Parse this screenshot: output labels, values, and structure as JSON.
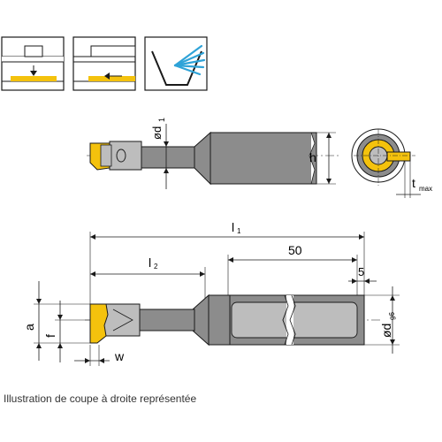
{
  "colors": {
    "insert": "#f4c20d",
    "insert_dark": "#b88a00",
    "steel": "#8c8c8c",
    "steel_light": "#bdbdbd",
    "steel_dark": "#5e5e5e",
    "line": "#1a1a1a",
    "coolant": "#2fa3d8"
  },
  "icons": [
    "plunge-grooving-icon",
    "axial-turning-icon",
    "internal-coolant-icon"
  ],
  "labels": {
    "d1": "ød",
    "d1_sub": "1",
    "h": "h",
    "tmax": "t",
    "tmax_sub": "max",
    "l1": "l",
    "l1_sub": "1",
    "l2": "l",
    "l2_sub": "2",
    "dim_50": "50",
    "dim_5": "5",
    "dg6": "ød",
    "dg6_sub": "g6",
    "a": "a",
    "f": "f",
    "w": "w"
  },
  "caption": "Illustration de coupe à droite représentée"
}
